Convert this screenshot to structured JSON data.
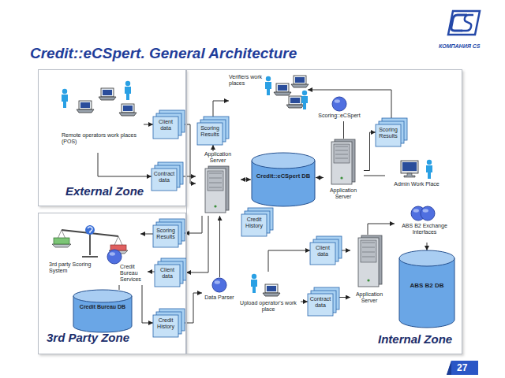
{
  "diagram": {
    "title": "Credit::eCSpert. General Architecture",
    "nodes": [
      {
        "text": [
          "External Zone"
        ]
      },
      {
        "text": [
          "Remote operators work places (POS)"
        ],
        "in": 0
      },
      {
        "text": [
          "Client data"
        ],
        "in": 0
      },
      {
        "text": [
          "Contract data"
        ],
        "in": 0
      },
      {
        "text": [
          "3rd Party Zone"
        ]
      },
      {
        "text": [
          "3rd party Scoring System"
        ],
        "in": 4
      },
      {
        "text": [
          "Credit Bureau DB"
        ],
        "in": 4
      },
      {
        "text": [
          "Credit Bureau Services"
        ],
        "in": 4
      },
      {
        "text": [
          "Scoring Results"
        ],
        "in": 4
      },
      {
        "text": [
          "Client data"
        ],
        "in": 4
      },
      {
        "text": [
          "Credit History"
        ],
        "in": 4
      },
      {
        "text": [
          "Internal Zone"
        ]
      },
      {
        "text": [
          "Verifiers work places"
        ],
        "in": 11
      },
      {
        "text": [
          "Scoring Results"
        ],
        "in": 11
      },
      {
        "text": [
          "Application Server"
        ],
        "in": 11
      },
      {
        "text": [
          "Credit::eCSpert DB"
        ],
        "in": 11
      },
      {
        "text": [
          "Credit History"
        ],
        "in": 11
      },
      {
        "text": [
          "Scoring::eCSpert"
        ],
        "in": 11
      },
      {
        "text": [
          "Scoring Results"
        ],
        "in": 11
      },
      {
        "text": [
          "Application Server"
        ],
        "in": 11
      },
      {
        "text": [
          "Admin Work Place"
        ],
        "in": 11
      },
      {
        "text": [
          "ABS B2 Exchange Interfaces"
        ],
        "in": 11
      },
      {
        "text": [
          "ABS B2 DB"
        ],
        "in": 11
      },
      {
        "text": [
          "Application Server"
        ],
        "in": 11
      },
      {
        "text": [
          "Client data"
        ],
        "in": 11
      },
      {
        "text": [
          "Contract data"
        ],
        "in": 11
      },
      {
        "text": [
          "Upload operator's work place"
        ],
        "in": 11
      },
      {
        "text": [
          "Data Parser"
        ],
        "in": 11
      }
    ],
    "edges": [
      {
        "from": 1,
        "to": 2,
        "arrow": "to"
      },
      {
        "from": 1,
        "to": 3,
        "arrow": "to"
      },
      {
        "from": 2,
        "to": 14,
        "arrow": "to"
      },
      {
        "from": 3,
        "to": 14,
        "arrow": "to"
      },
      {
        "from": 14,
        "to": 13,
        "arrow": "to"
      },
      {
        "from": 13,
        "to": 12,
        "arrow": "to"
      },
      {
        "from": 14,
        "to": 15,
        "arrow": "both"
      },
      {
        "from": 15,
        "to": 19,
        "arrow": "both"
      },
      {
        "from": 19,
        "to": 18,
        "arrow": "to"
      },
      {
        "from": 18,
        "to": 12,
        "arrow": "to"
      },
      {
        "from": 17,
        "to": 19,
        "arrow": "none"
      },
      {
        "from": 20,
        "to": 19,
        "arrow": "none"
      },
      {
        "from": 14,
        "to": 8,
        "arrow": "to"
      },
      {
        "from": 8,
        "to": 5,
        "arrow": "to"
      },
      {
        "from": 14,
        "to": 9,
        "arrow": "to"
      },
      {
        "from": 9,
        "to": 7,
        "arrow": "to"
      },
      {
        "from": 7,
        "to": 10,
        "arrow": "to"
      },
      {
        "from": 6,
        "to": 7,
        "arrow": "none"
      },
      {
        "from": 10,
        "to": 27,
        "arrow": "to"
      },
      {
        "from": 27,
        "to": 14,
        "arrow": "to"
      },
      {
        "from": 26,
        "to": 24,
        "arrow": "to"
      },
      {
        "from": 26,
        "to": 25,
        "arrow": "to"
      },
      {
        "from": 24,
        "to": 23,
        "arrow": "to"
      },
      {
        "from": 25,
        "to": 23,
        "arrow": "to"
      },
      {
        "from": 23,
        "to": 21,
        "arrow": "to"
      },
      {
        "from": 21,
        "to": 22,
        "arrow": "to"
      }
    ],
    "labels": [
      "КОМПАНИЯ CS",
      "27"
    ]
  }
}
